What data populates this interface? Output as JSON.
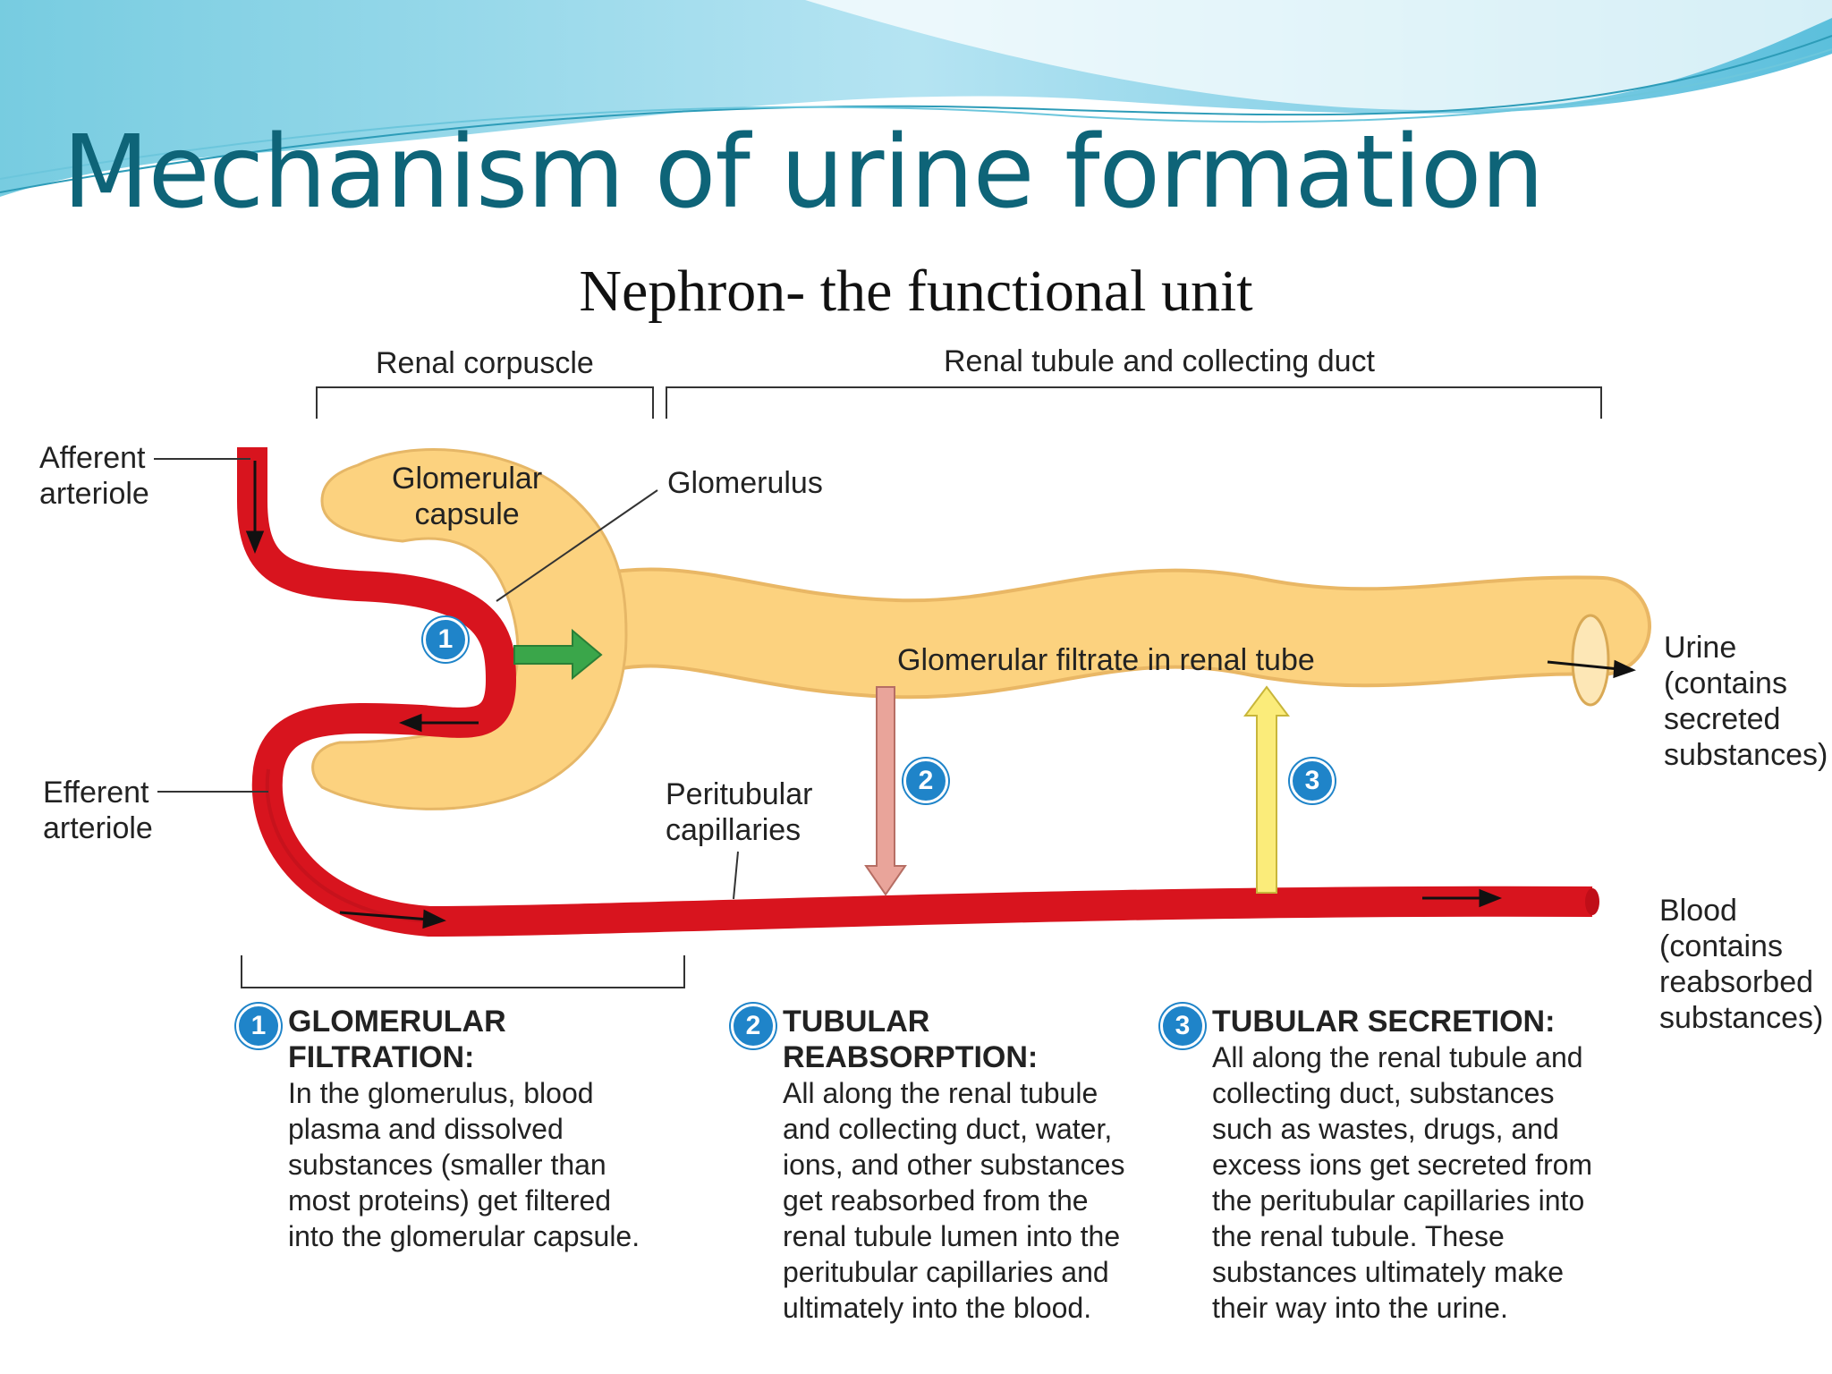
{
  "slide": {
    "title": "Mechanism of urine formation",
    "subtitle": "Nephron- the functional unit"
  },
  "colors": {
    "title": "#0e6478",
    "vessel": "#d8141e",
    "tubule": "#fcd27f",
    "badge": "#1f84c9",
    "filtration_arrow": "#3aa64a",
    "reabsorption_arrow": "#e9a49a",
    "secretion_arrow": "#fbec7a"
  },
  "diagram": {
    "bracket_renal_corpuscle": "Renal corpuscle",
    "bracket_renal_tubule": "Renal tubule and collecting duct",
    "afferent_arteriole": [
      "Afferent",
      "arteriole"
    ],
    "efferent_arteriole": [
      "Efferent",
      "arteriole"
    ],
    "glomerular_capsule": [
      "Glomerular",
      "capsule"
    ],
    "glomerulus": "Glomerulus",
    "filtrate": "Glomerular filtrate in renal tube",
    "peritubular_capillaries": [
      "Peritubular",
      "capillaries"
    ],
    "urine": [
      "Urine",
      "(contains",
      "secreted",
      "substances)"
    ],
    "blood": [
      "Blood",
      "(contains",
      "reabsorbed",
      "substances)"
    ],
    "badges": [
      "1",
      "2",
      "3"
    ]
  },
  "steps": [
    {
      "number": "1",
      "heading": "GLOMERULAR\nFILTRATION:",
      "body": "In the glomerulus, blood\nplasma and dissolved\nsubstances (smaller than\nmost proteins) get filtered\ninto the glomerular capsule."
    },
    {
      "number": "2",
      "heading": "TUBULAR\nREABSORPTION:",
      "body": "All along the renal tubule\nand collecting duct, water,\nions, and other substances\nget reabsorbed from the\nrenal tubule lumen into the\nperitubular capillaries and\nultimately into the blood."
    },
    {
      "number": "3",
      "heading": "TUBULAR SECRETION:",
      "body": "All along the renal tubule and\ncollecting duct, substances\nsuch as wastes, drugs, and\nexcess ions get secreted from\nthe peritubular capillaries into\nthe renal tubule. These\nsubstances ultimately make\ntheir way into the urine."
    }
  ]
}
